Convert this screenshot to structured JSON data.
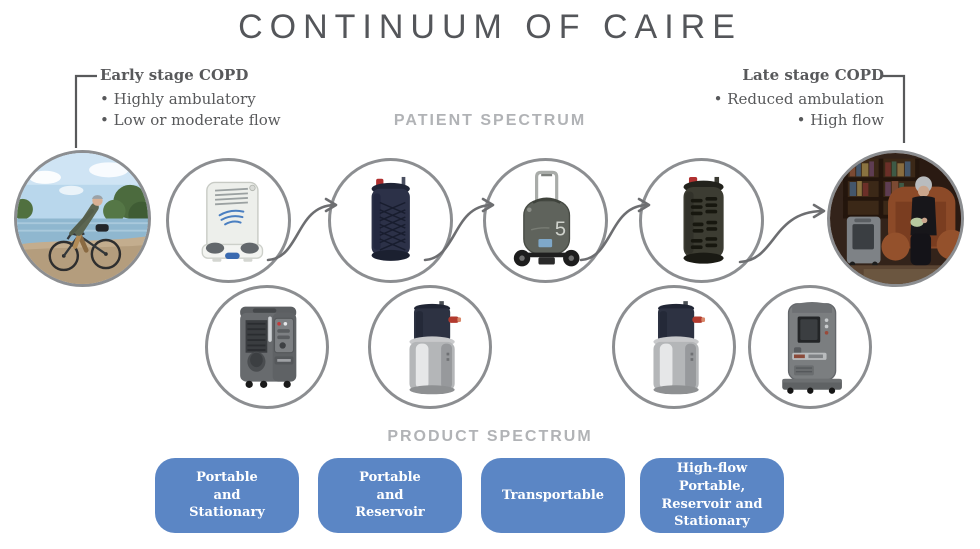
{
  "title": "CONTINUUM OF CAIRE",
  "header": {
    "early_stage": {
      "heading": "Early stage COPD",
      "bullets": [
        "• Highly ambulatory",
        "• Low or moderate flow"
      ]
    },
    "late_stage": {
      "heading": "Late stage COPD",
      "bullets": [
        "• Reduced ambulation",
        "• High flow"
      ]
    }
  },
  "spectrum_labels": {
    "patient": "PATIENT SPECTRUM",
    "product": "PRODUCT SPECTRUM"
  },
  "patient_row_icons": [
    "cyclist-photo",
    "portable-oxygen-concentrator-icon",
    "portable-liquid-oxygen-icon",
    "transportable-oxygen-concentrator-icon",
    "high-flow-portable-liquid-oxygen-icon",
    "seated-woman-photo"
  ],
  "product_row_icons": [
    "stationary-oxygen-concentrator-icon",
    "liquid-oxygen-reservoir-icon",
    "liquid-oxygen-reservoir-icon",
    "high-flow-stationary-oxygen-concentrator-icon"
  ],
  "eclipse_badge": "5",
  "product_categories": [
    "Portable\nand\nStationary",
    "Portable\nand\nReservoir",
    "Transportable",
    "High-flow Portable,\nReservoir and\nStationary"
  ],
  "colors": {
    "accent_blue": "#5b86c5",
    "circle_stroke": "#8c8e91",
    "text_dark": "#58595b",
    "label_light": "#b1b3b6",
    "arrow": "#6d6e71"
  }
}
